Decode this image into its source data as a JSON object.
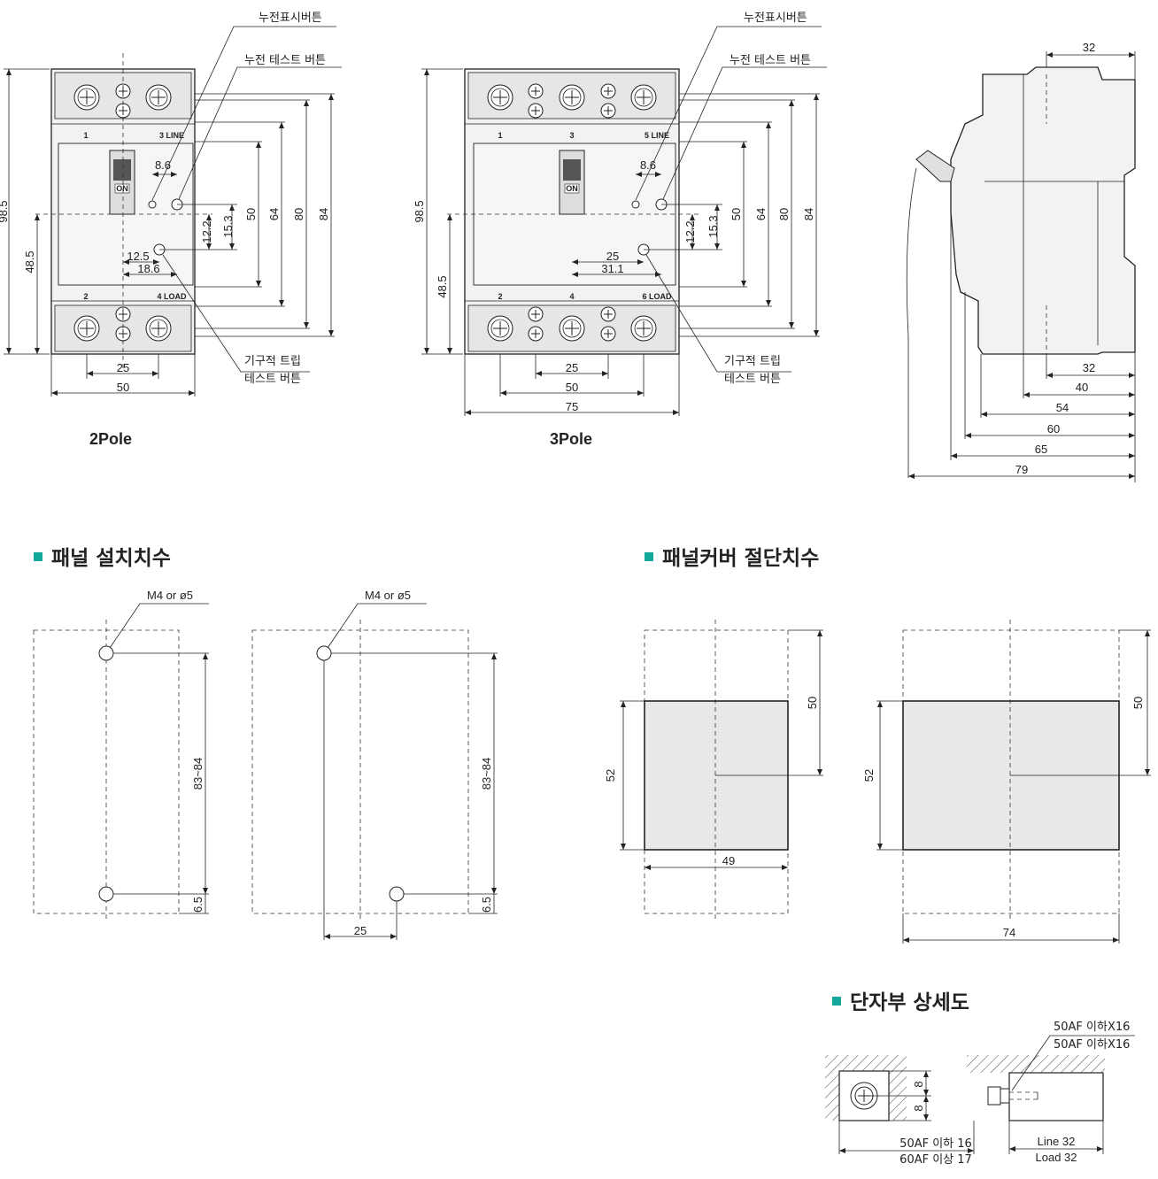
{
  "front_views": {
    "labels": {
      "leak_indicator": "누전표시버튼",
      "leak_test": "누전 테스트 버튼",
      "mech_trip_1": "기구적 트립",
      "mech_trip_2": "테스트 버튼"
    },
    "two_pole": {
      "caption": "2Pole",
      "top_terms": [
        "1",
        "3 LINE"
      ],
      "bottom_terms": [
        "2",
        "4 LOAD"
      ],
      "dims": {
        "h_total": "98.5",
        "h_center": "48.5",
        "w_pitch": "25",
        "w_total": "50",
        "d86": "8.6",
        "d122": "12.2",
        "d153": "15.3",
        "d50": "50",
        "d64": "64",
        "d80": "80",
        "d84": "84",
        "d125": "12.5",
        "d186": "18.6"
      }
    },
    "three_pole": {
      "caption": "3Pole",
      "top_terms": [
        "1",
        "3",
        "5 LINE"
      ],
      "bottom_terms": [
        "2",
        "4",
        "6 LOAD"
      ],
      "dims": {
        "h_total": "98.5",
        "h_center": "48.5",
        "w_pitch": "25",
        "w_50": "50",
        "w_total": "75",
        "d86": "8.6",
        "d122": "12.2",
        "d153": "15.3",
        "d50": "50",
        "d64": "64",
        "d80": "80",
        "d84": "84",
        "d25": "25",
        "d311": "31.1"
      }
    },
    "on_label": "ON"
  },
  "side_view": {
    "dims": [
      "32",
      "32",
      "40",
      "54",
      "60",
      "65",
      "79"
    ]
  },
  "panel_install": {
    "title": "패널 설치치수",
    "hole": "M4 or ø5",
    "span": "83~84",
    "offset": "6.5",
    "pitch": "25"
  },
  "cover_cut": {
    "title": "패널커버 절단치수",
    "h52": "52",
    "h50": "50",
    "w49": "49",
    "w74": "74"
  },
  "terminal_detail": {
    "title": "단자부 상세도",
    "d8a": "8",
    "d8b": "8",
    "w_line1": "50AF 이하 16",
    "w_line2": "60AF 이상 17",
    "screw_1": "50AF 이하X16",
    "screw_2": "50AF 이하X16",
    "line": "Line 32",
    "load": "Load 32"
  }
}
